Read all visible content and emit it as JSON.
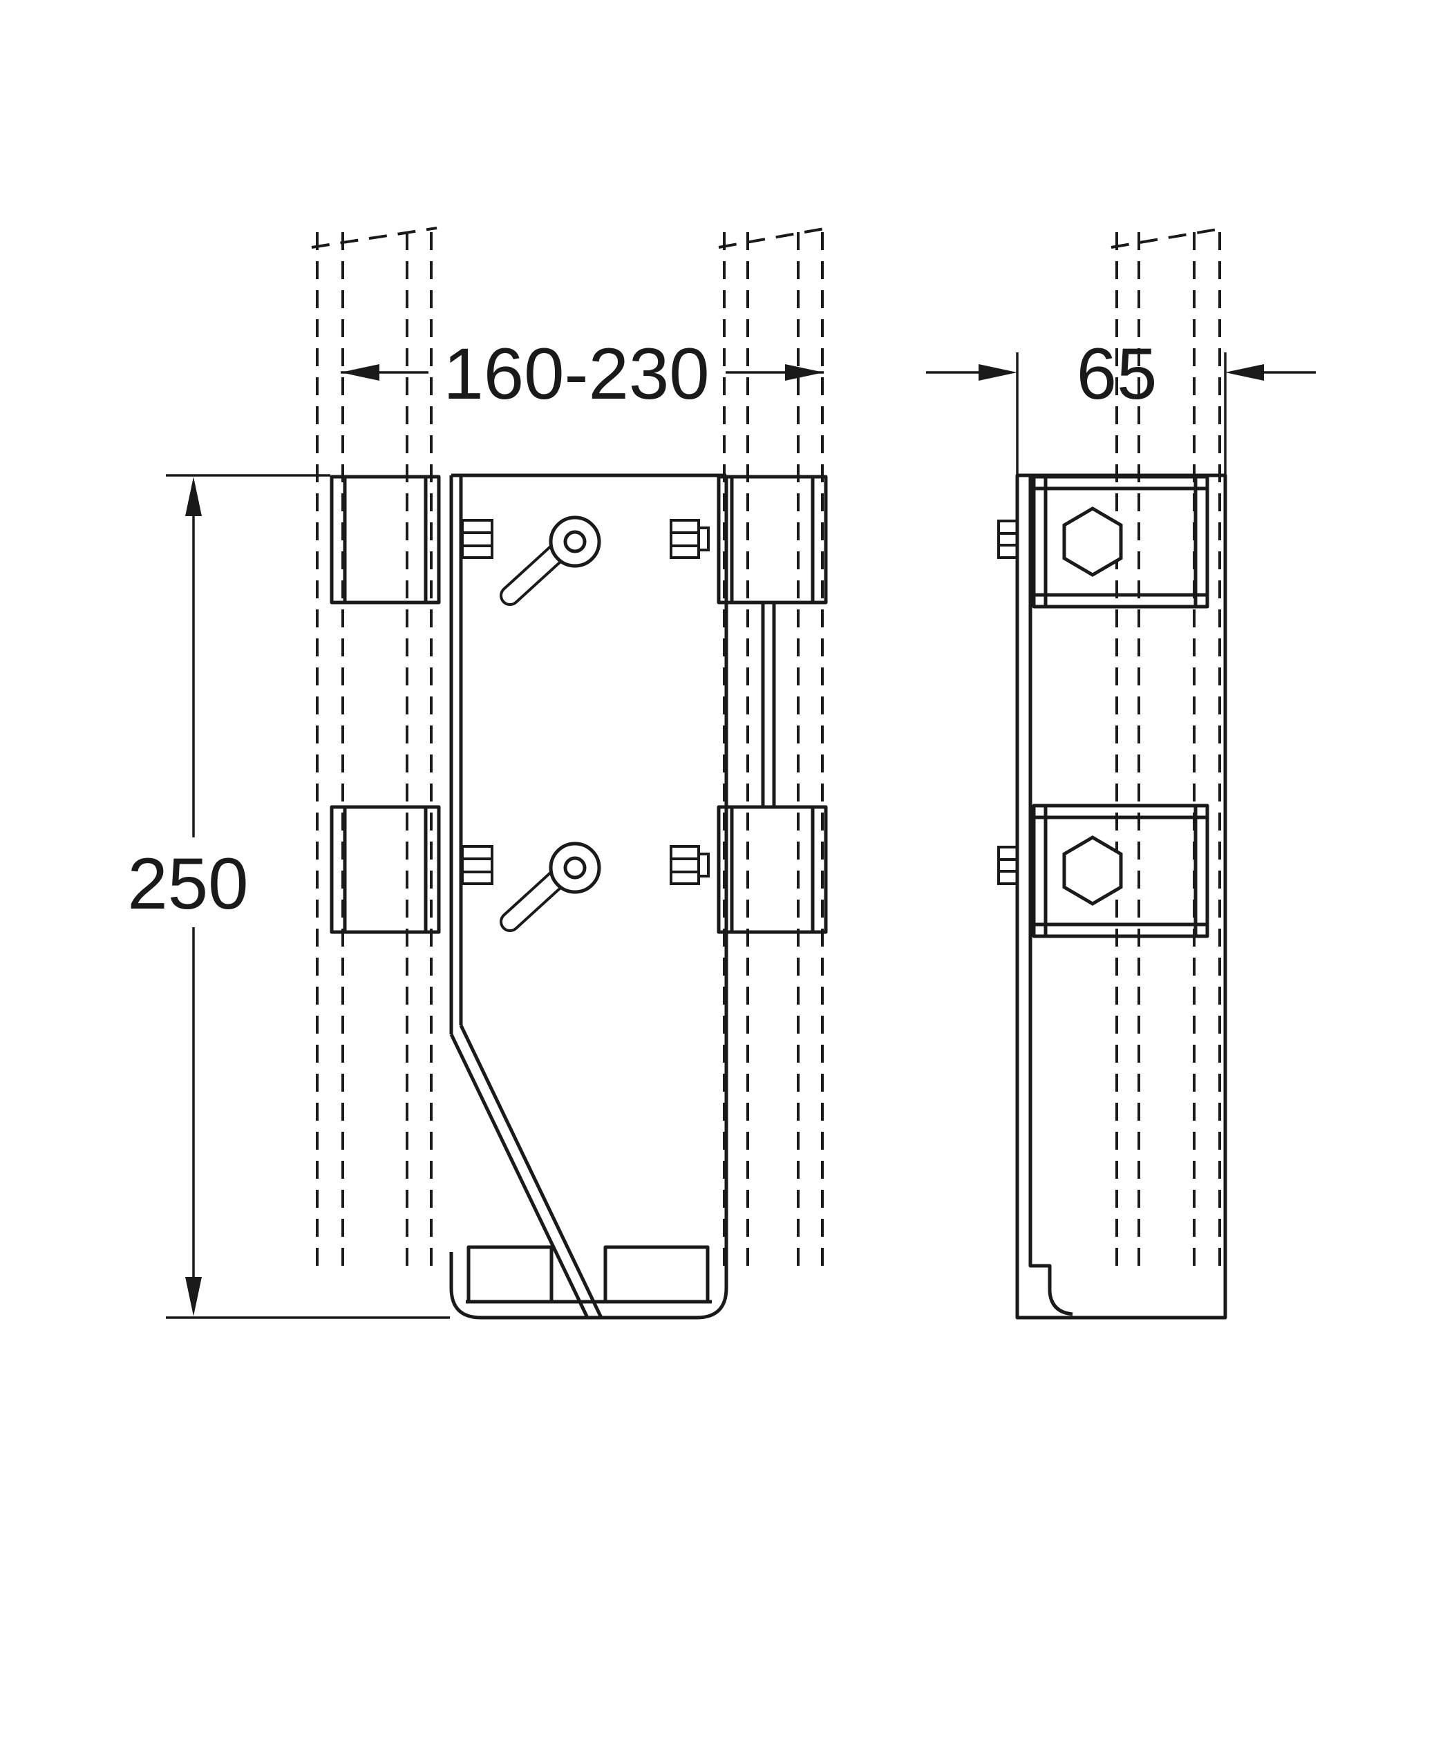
{
  "dimensions": {
    "width_range": "160-230",
    "depth": "65",
    "height": "250"
  },
  "colors": {
    "line": "#1a1a1a",
    "background": "#ffffff"
  }
}
